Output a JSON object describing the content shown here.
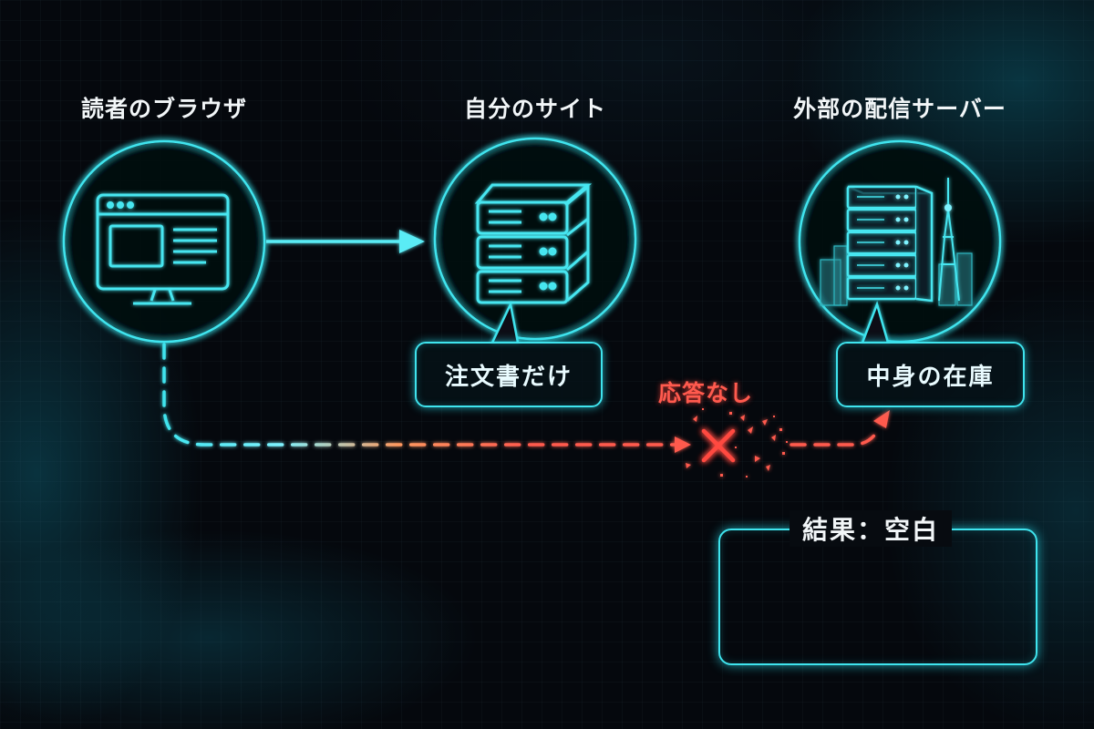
{
  "nodes": {
    "browser": {
      "title": "読者のブラウザ"
    },
    "site": {
      "title": "自分のサイト",
      "callout": "注文書だけ"
    },
    "server": {
      "title": "外部の配信サーバー",
      "callout": "中身の在庫"
    }
  },
  "error": {
    "label": "応答なし"
  },
  "result": {
    "title": "結果：空白"
  },
  "colors": {
    "accent": "#3fe4ee",
    "error": "#ff5a4e",
    "background": "#05080d"
  },
  "icons": [
    "monitor-icon",
    "server-stack-icon",
    "datacenter-city-icon",
    "cross-x-icon"
  ]
}
